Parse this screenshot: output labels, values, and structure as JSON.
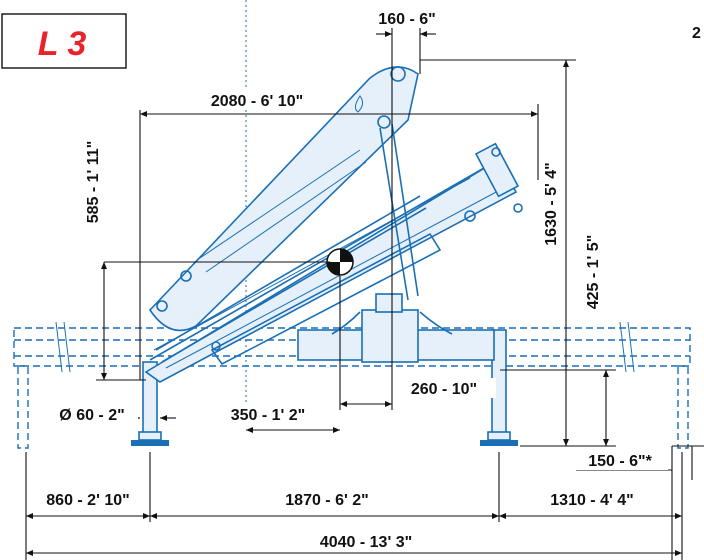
{
  "model_badge": "L 3",
  "corner_fragment": "2",
  "dimensions": {
    "top_offset": "160 - 6\"",
    "outreach": "2080 - 6' 10\"",
    "height_total": "1630 - 5' 4\"",
    "height_cg": "585 - 1' 11\"",
    "height_base": "425 - 1' 5\"",
    "cg_offset": "260 - 10\"",
    "column_offset": "350 - 1' 2\"",
    "pad_diameter": "Ø 60 - 2\"",
    "foot_height": "150 - 6\"*",
    "left_span": "860 - 2' 10\"",
    "center_span": "1870 - 6' 2\"",
    "right_span": "1310 - 4' 4\"",
    "total_width": "4040 - 13' 3\""
  },
  "colors": {
    "line": "#1a6fb5",
    "badge": "#e8232a",
    "dimension": "#111111"
  }
}
